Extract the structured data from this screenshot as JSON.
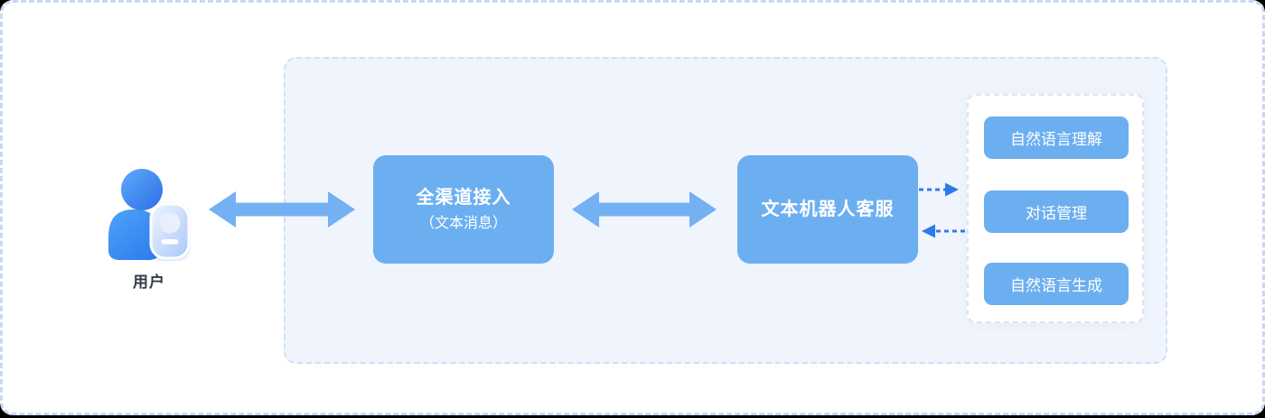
{
  "colors": {
    "box_blue": "#6CAFF0",
    "arrow_blue": "#74B1F3",
    "dashed_arrow_blue": "#2B7CE9",
    "panel_bg": "#F0F4FC",
    "panel_border": "#D3DFF6",
    "page_border": "#C7D7F4",
    "nlp_container_border": "#DBE3F3",
    "box_text": "#FFFFFF",
    "user_label_text": "#333A45",
    "user_icon_light_blue": "#5FABF9",
    "user_icon_dark_blue": "#2B6EE6",
    "badge_light": "#F0F5FF",
    "badge_dark": "#A9C8F8"
  },
  "user": {
    "label": "用户",
    "icon": "user-with-badge-icon"
  },
  "flow": {
    "omnichannel": {
      "title": "全渠道接入",
      "subtitle": "（文本消息）"
    },
    "textbot": {
      "title": "文本机器人客服"
    },
    "nlp": {
      "items": [
        {
          "label": "自然语言理解"
        },
        {
          "label": "对话管理"
        },
        {
          "label": "自然语言生成"
        }
      ]
    }
  },
  "connectors": {
    "user_omnichannel": "bidirectional-arrow",
    "omnichannel_textbot": "bidirectional-arrow",
    "textbot_to_nlp": "dashed-arrow-right",
    "nlp_to_textbot": "dashed-arrow-left"
  }
}
